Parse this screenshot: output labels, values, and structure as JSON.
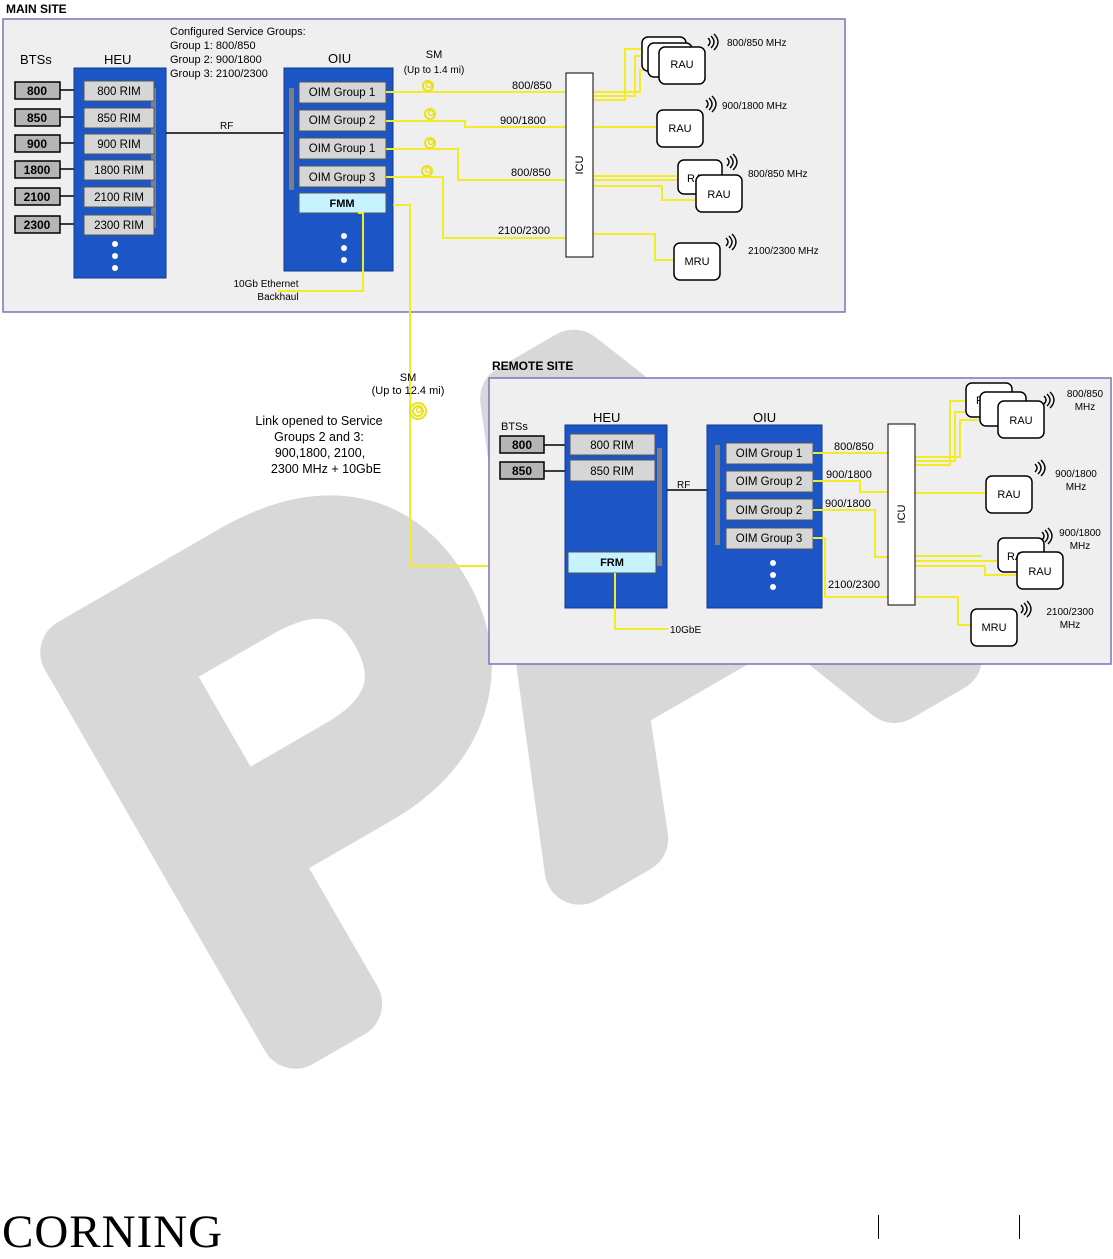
{
  "main_site": {
    "title": "MAIN SITE",
    "config_lines": [
      "Configured Service Groups:",
      "Group 1: 800/850",
      "Group 2: 900/1800",
      "Group 3: 2100/2300"
    ],
    "btss_label": "BTSs",
    "heu_label": "HEU",
    "oiu_label": "OIU",
    "bts_bands": [
      "800",
      "850",
      "900",
      "1800",
      "2100",
      "2300"
    ],
    "rims": [
      "800 RIM",
      "850 RIM",
      "900 RIM",
      "1800 RIM",
      "2100 RIM",
      "2300 RIM"
    ],
    "rf_label": "RF",
    "oims": [
      "OIM Group 1",
      "OIM Group 2",
      "OIM Group 1",
      "OIM Group 3"
    ],
    "fmm_label": "FMM",
    "sm_label": "SM",
    "sm_range": "(Up to 1.4 mi)",
    "backhaul_lines": [
      "10Gb Ethernet",
      "Backhaul"
    ],
    "icu_label": "ICU",
    "link_labels": [
      "800/850",
      "900/1800",
      "800/850",
      "2100/2300"
    ],
    "rau_label": "RAU",
    "rau_partial_1": "R",
    "rau_partial_2": "RA",
    "mru_label": "MRU",
    "freq_labels": [
      "800/850 MHz",
      "900/1800 MHz",
      "800/850 MHz",
      "2100/2300 MHz"
    ]
  },
  "trunk": {
    "sm_label": "SM",
    "sm_range": "(Up to 12.4 mi)",
    "link_lines": [
      "Link opened to Service",
      "Groups 2 and 3:",
      "900,1800, 2100,",
      "2300 MHz + 10GbE"
    ]
  },
  "remote_site": {
    "title": "REMOTE SITE",
    "btss_label": "BTSs",
    "heu_label": "HEU",
    "oiu_label": "OIU",
    "bts_bands": [
      "800",
      "850"
    ],
    "rims": [
      "800 RIM",
      "850 RIM"
    ],
    "rf_label": "RF",
    "frm_label": "FRM",
    "tengbe_label": "10GbE",
    "oims": [
      "OIM Group 1",
      "OIM Group 2",
      "OIM Group 2",
      "OIM Group 3"
    ],
    "icu_label": "ICU",
    "link_labels": [
      "800/850",
      "900/1800",
      "900/1800",
      "2100/2300"
    ],
    "rau_label": "RAU",
    "rau_partial_1": "R",
    "rau_partial_2": "RA",
    "mru_label": "MRU",
    "freq_labels": [
      [
        "800/850",
        "MHz"
      ],
      [
        "900/1800",
        "MHz"
      ],
      [
        "900/1800",
        "MHz"
      ],
      [
        "2100/2300",
        "MHz"
      ]
    ]
  },
  "watermark": "PA",
  "footer": {
    "logo": "CORNING"
  },
  "colors": {
    "panel_bg": "#efefef",
    "panel_border": "#7b73b8",
    "rack_blue": "#1c55c6",
    "fiber_yellow": "#f2ec27",
    "module_gray": "#d6d6d6",
    "highlight_cyan": "#c6f3ff",
    "watermark_gray": "#d8d8d8"
  }
}
